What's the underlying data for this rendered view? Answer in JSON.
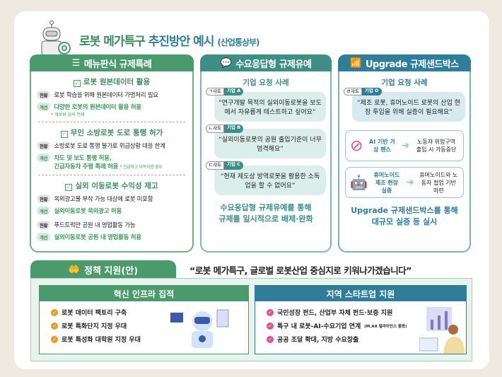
{
  "title": {
    "part1": "로봇 메가특구",
    "part2": "추진방안 예시",
    "part3": "(산업통상부)"
  },
  "col1": {
    "header": "메뉴판식 규제특례",
    "sections": [
      {
        "title": "로봇 원본데이터 활용",
        "now": "로봇 학습을 위해 원본데이터 가명처리 필요",
        "imp": "다양한 로봇의 원본데이터 활용 허용",
        "note": "* 개보위 심의 전제"
      },
      {
        "title": "무인 소방로봇 도로 통행 허가",
        "now": "소방로봇 도로 통행 불가로 위급상황 대응 한계",
        "imp1": "차도 및 보도 통행 허용,",
        "imp2": "긴급자동차 주행 특례 허용",
        "note": "* 긴급하고 부득이한 경우"
      },
      {
        "title": "실외 이동로봇 수익성 제고",
        "now": "옥외광고물 부착 가능 대상에 로봇 미포함",
        "imp": "실외이동로봇 옥외광고 허용",
        "now2": "푸드트럭만 공원 내 영업활동 가능",
        "imp2": "실외이동로봇 공원 내 영업활동 허용"
      }
    ],
    "tag_now": "현황",
    "tag_imp": "개선"
  },
  "col2": {
    "header": "수요응답형 규제유예",
    "sub": "기업 요청 사례",
    "cases": [
      {
        "label": "ㄱ사도",
        "company": "기업 A",
        "text": "“연구개발 목적의 실외이동로봇을 보도에서 자유롭게 테스트하고 싶어요”"
      },
      {
        "label": "ㄴ사도",
        "company": "기업 B",
        "text": "“실외이동로봇의 공원 출입기준이 너무 엄격해요”"
      },
      {
        "label": "ㄷ사도",
        "company": "기업 C",
        "text": "“현재 제도상 방역로봇을 활용한 소독업을 할 수 없어요”"
      }
    ],
    "conclusion1": "수요응답형 규제유예를 통해",
    "conclusion2": "규제를 일시적으로 배제·완화"
  },
  "col3": {
    "header": "Upgrade 규제샌드박스",
    "sub": "기업 요청 사례",
    "case": {
      "label": "ㄹ사도",
      "company": "기업 D",
      "text": "“제조 로봇, 휴머노이드 로봇의 산업 현장 투입을 위해 실증이 필요해요”"
    },
    "items": [
      {
        "key": "AI 기반 가상 펜스",
        "value": "노동자 위험구역 출입 시 가동중단"
      },
      {
        "key": "휴머노이드 제조 현장 실증",
        "value": "휴머노이드와 노동자 협업 기반 마련"
      }
    ],
    "conclusion1": "Upgrade 규제샌드박스를 통해",
    "conclusion2": "대규모 실증 등 실시"
  },
  "policy": {
    "tab": "정책 지원(안)",
    "quote": "“로봇 메가특구, 글로벌 로봇산업 중심지로 키워나가겠습니다”",
    "left": {
      "header": "혁신 인프라 집적",
      "items": [
        "로봇 데이터 팩토리 구축",
        "로봇 특화단지 지정 우대",
        "로봇 특성화 대학원 지정 우대"
      ]
    },
    "right": {
      "header": "지역 스타트업 지원",
      "items": [
        "국민성장 펀드, 산업부 자체 펀드·보증 지원",
        "특구 내 로봇-AI-수요기업 연계",
        "공공 조달 확대, 지방 수요창출"
      ],
      "item2_note": "(M.AX 얼라이언스 활용)"
    }
  },
  "colors": {
    "green": "#4a9a6e",
    "teal": "#3d8f86",
    "blue": "#2f7d99",
    "orange": "#e59a2a",
    "pink": "#e0508a"
  }
}
